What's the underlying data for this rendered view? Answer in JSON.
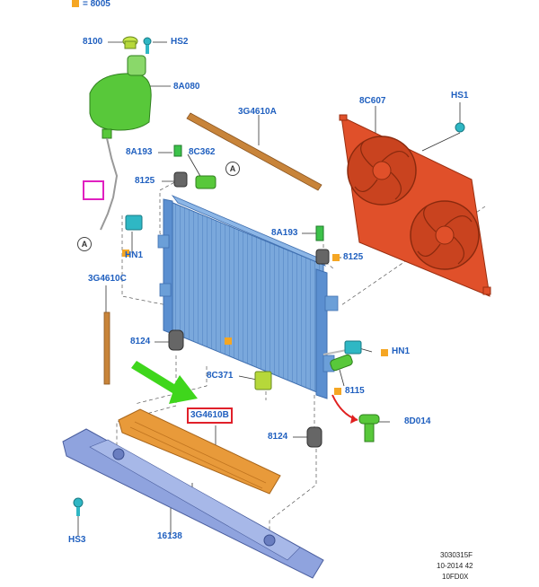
{
  "legend": {
    "label": "= 8005",
    "key_color": "#f5a623"
  },
  "colors": {
    "label": "#1f5fbf",
    "radiator": "#6b9fd8",
    "fan": "#e0502a",
    "green": "#58c83a",
    "cyan": "#2fb7c4",
    "orange_brace": "#c8843a",
    "deflector": "#e89a3a",
    "bracket": "#8fa3de",
    "arrow_green": "#3fd61c",
    "arrow_red": "#e02020"
  },
  "callouts": {
    "circle_letter": "A"
  },
  "parts": {
    "p8100": "8100",
    "hs2": "HS2",
    "p8a080": "8A080",
    "p3g4610a": "3G4610A",
    "p8c607": "8C607",
    "hs1": "HS1",
    "p8a193_left": "8A193",
    "p8c362": "8C362",
    "p8125_left": "8125",
    "hn1_left": "HN1",
    "p3g4610c": "3G4610C",
    "p8124_left": "8124",
    "p8a193_right": "8A193",
    "p8125_right": "8125",
    "hn1_right": "HN1",
    "p8c371": "8C371",
    "p8115": "8115",
    "p3g4610b": "3G4610B",
    "p8d014": "8D014",
    "p8124_right": "8124",
    "hs3": "HS3",
    "p16138": "16138"
  },
  "footer": {
    "line1": "3030315F",
    "line2": "10-2014 42",
    "line3": "10FD0X"
  }
}
